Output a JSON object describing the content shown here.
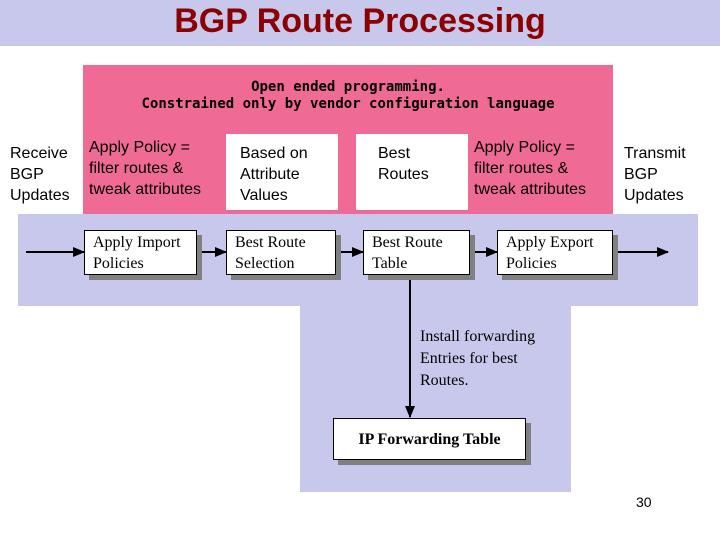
{
  "title": "BGP Route Processing",
  "banner": {
    "line1": "Open ended programming.",
    "line2": "Constrained only by vendor configuration language"
  },
  "labels": {
    "receive": "Receive\nBGP\nUpdates",
    "apply_policy_in": "Apply Policy =\nfilter routes &\ntweak attributes",
    "based_on": "Based on\nAttribute\nValues",
    "best_routes": "Best\nRoutes",
    "apply_policy_out": "Apply Policy =\nfilter routes &\ntweak attributes",
    "transmit": "Transmit\nBGP\nUpdates",
    "install": "Install forwarding\nEntries for best\nRoutes."
  },
  "boxes": {
    "import_policies": "Apply Import\n Policies",
    "route_selection": "Best Route\n Selection",
    "route_table": "Best Route\n Table",
    "export_policies": "Apply Export\n Policies",
    "forwarding_table": "IP Forwarding Table"
  },
  "page_number": "30",
  "colors": {
    "title": "#8b0000",
    "title_bar": "#c8c8ec",
    "banner": "#f06a96",
    "panel": "#c8c8ec"
  }
}
